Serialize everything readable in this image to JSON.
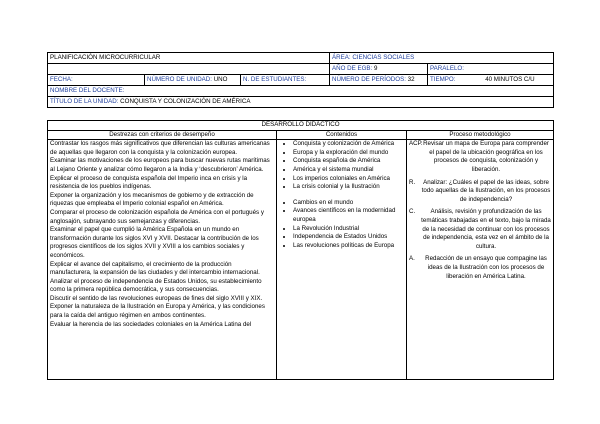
{
  "header": {
    "plan_title": "PLANIFICACIÓN MICROCURRICULAR",
    "area_label": "ÁREA:",
    "area_value": "CIENCIAS SOCIALES",
    "egb_label": "AÑO DE EGB:",
    "egb_value": "9",
    "paralelo_label": "PARALELO:",
    "fecha_label": "FECHA:",
    "unidad_label": "NÚMERO DE UNIDAD:",
    "unidad_value": "UNO",
    "estudiantes_label": "N. DE ESTUDIANTES:",
    "periodos_label": "NÚMERO DE PERÍODOS:",
    "periodos_value": "32",
    "tiempo_label": "TIEMPO:",
    "tiempo_value": "40 MINUTOS C/U",
    "docente_label": "NOMBRE DEL DOCENTE:",
    "titulo_label": "TÍTULO DE LA UNIDAD:",
    "titulo_value": "CONQUISTA Y COLONIZACIÓN DE AMÉRICA"
  },
  "desarrollo": {
    "title": "DESARROLLO DIDÁCTICO",
    "col1": "Destrezas con criterios de desempeño",
    "col2": "Contenidos",
    "col3": "Proceso metodológico",
    "destrezas": [
      "Contrastar los rasgos más significativos que diferencian las culturas americanas de aquellas que llegaron con la conquista y la colonización europea.",
      "Examinar las motivaciones de los europeos para buscar nuevas rutas marítimas al Lejano Oriente y analizar cómo llegaron a la India y ‘descubrieron’ América.",
      "Explicar el proceso de conquista española del Imperio inca en crisis y la resistencia de los pueblos indígenas.",
      "Exponer la organización y los mecanismos de gobierno y de extracción de riquezas que empleaba el Imperio colonial español en América.",
      "Comparar el proceso de colonización española de América con el portugués y anglosajón, subrayando sus semejanzas y diferencias.",
      "Examinar el papel que cumplió la América Española en un mundo en transformación durante los siglos XVI y XVII. Destacar la contribución de los progresos científicos de los siglos XVII y XVIII a los cambios sociales y económicos.",
      "Explicar el avance del capitalismo, el crecimiento de la producción manufacturera, la expansión de las ciudades y del intercambio internacional.",
      "Analizar el proceso de independencia de Estados Unidos, su establecimiento como la primera república democrática, y sus consecuencias.",
      "Discutir el sentido de las revoluciones europeas de fines del siglo XVIII y XIX.",
      "Exponer la naturaleza de la Ilustración en Europa y América, y las condiciones para la caída del antiguo régimen en ambos continentes.",
      "Evaluar la herencia de las sociedades coloniales en la América Latina del"
    ],
    "contenidos_a": [
      "Conquista y colonización de América",
      "Europa y la exploración del mundo",
      "Conquista española de América",
      "América y el sistema mundial",
      "Los imperios coloniales en América",
      "La crisis colonial y la Ilustración"
    ],
    "contenidos_b": [
      "Cambios en el mundo",
      "Avances científicos en la modernidad europea",
      "La Revolución Industrial",
      "Independencia de Estados Unidos",
      "Las revoluciones políticas de Europa"
    ],
    "proceso": [
      {
        "marker": "ACP.",
        "text": "Revisar un mapa de Europa para comprender el papel de la ubicación geográfica en los procesos de conquista, colonización y liberación."
      },
      {
        "marker": "R.",
        "text": "Analizar: ¿Cuáles el papel de las ideas, sobre todo aquellas de la Ilustración, en los procesos de independencia?"
      },
      {
        "marker": "C.",
        "text": "Análisis, revisión y profundización de las temáticas trabajadas en el texto, bajo la mirada de la necesidad de continuar con los procesos de independencia, esta vez en el ámbito de la cultura."
      },
      {
        "marker": "A.",
        "text": "Redacción de un ensayo que compagine las ideas de la Ilustración con los procesos de liberación en América Latina."
      }
    ]
  }
}
